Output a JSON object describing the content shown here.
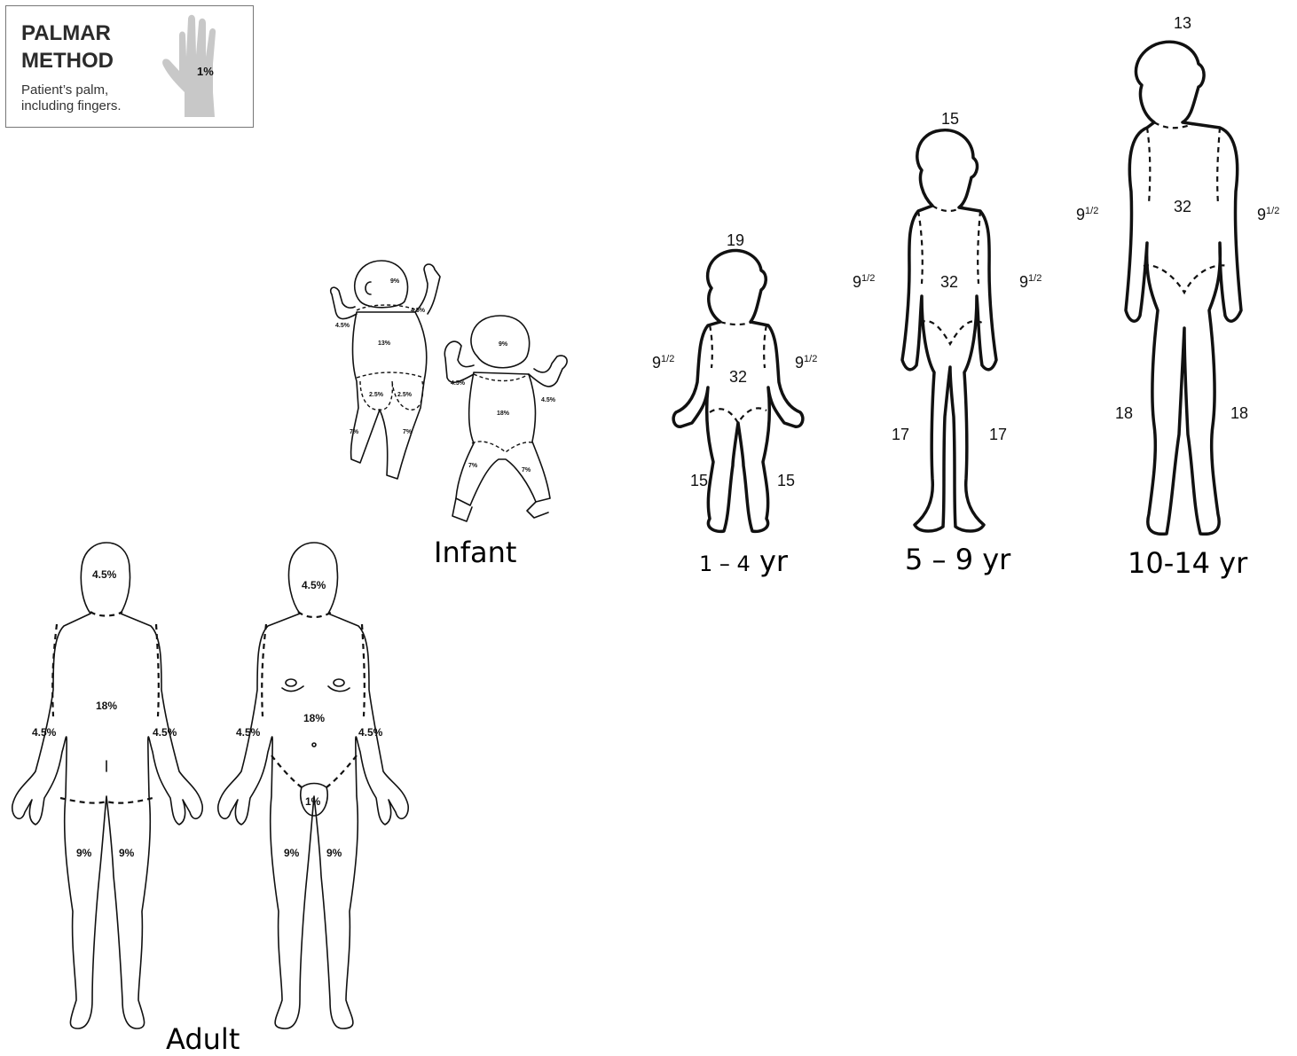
{
  "palmar": {
    "title_line1": "PALMAR",
    "title_line2": "METHOD",
    "desc_line1": "Patient’s palm,",
    "desc_line2": "including fingers.",
    "hand_label": "1%",
    "hand_color": "#c8c8c8"
  },
  "captions": {
    "infant": "Infant",
    "age_1_4_num": "1 – 4",
    "age_1_4_unit": "yr",
    "age_5_9": "5 – 9 yr",
    "age_10_14": "10-14 yr",
    "adult": "Adult"
  },
  "infant": {
    "back": {
      "head": "9%",
      "arm_left": "4.5%",
      "arm_right": "4.5%",
      "trunk": "13%",
      "buttock_left": "2.5%",
      "buttock_right": "2.5%",
      "leg_left": "7%",
      "leg_right": "7%"
    },
    "front": {
      "head": "9%",
      "arm_left": "4.5%",
      "arm_right": "4.5%",
      "trunk": "18%",
      "leg_left": "7%",
      "leg_right": "7%"
    }
  },
  "child_1_4": {
    "head": "19",
    "arm_left": "9",
    "arm_right": "9",
    "frac": "1/2",
    "trunk": "32",
    "leg_left": "15",
    "leg_right": "15"
  },
  "child_5_9": {
    "head": "15",
    "arm_left": "9",
    "arm_right": "9",
    "frac": "1/2",
    "trunk": "32",
    "leg_left": "17",
    "leg_right": "17"
  },
  "child_10_14": {
    "head": "13",
    "arm_left": "9",
    "arm_right": "9",
    "frac": "1/2",
    "trunk": "32",
    "leg_left": "18",
    "leg_right": "18"
  },
  "adult": {
    "back": {
      "head": "4.5%",
      "trunk": "18%",
      "arm_left": "4.5%",
      "arm_right": "4.5%",
      "leg_left": "9%",
      "leg_right": "9%"
    },
    "front": {
      "head": "4.5%",
      "trunk": "18%",
      "arm_left": "4.5%",
      "arm_right": "4.5%",
      "genital": "1%",
      "leg_left": "9%",
      "leg_right": "9%"
    }
  }
}
